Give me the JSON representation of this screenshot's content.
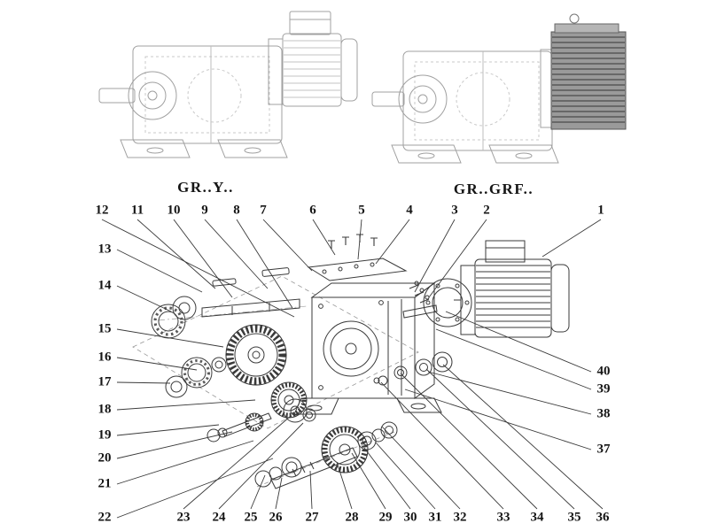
{
  "models": {
    "left_label": "GR..Y..",
    "right_label": "GR..GRF.."
  },
  "callouts": {
    "top_row": [
      "12",
      "11",
      "10",
      "9",
      "8",
      "7",
      "6",
      "5",
      "4",
      "3",
      "2",
      "1"
    ],
    "left_column": [
      "13",
      "14",
      "15",
      "16",
      "17",
      "18",
      "19",
      "20",
      "21",
      "22"
    ],
    "bottom_row": [
      "23",
      "24",
      "25",
      "26",
      "27",
      "28",
      "29",
      "30",
      "31",
      "32",
      "33",
      "34",
      "35",
      "36"
    ],
    "right_column": [
      "40",
      "39",
      "38",
      "37"
    ]
  },
  "colors": {
    "line": "#3a3a3a",
    "ghost_line": "#a0a0a0",
    "background": "#ffffff"
  }
}
